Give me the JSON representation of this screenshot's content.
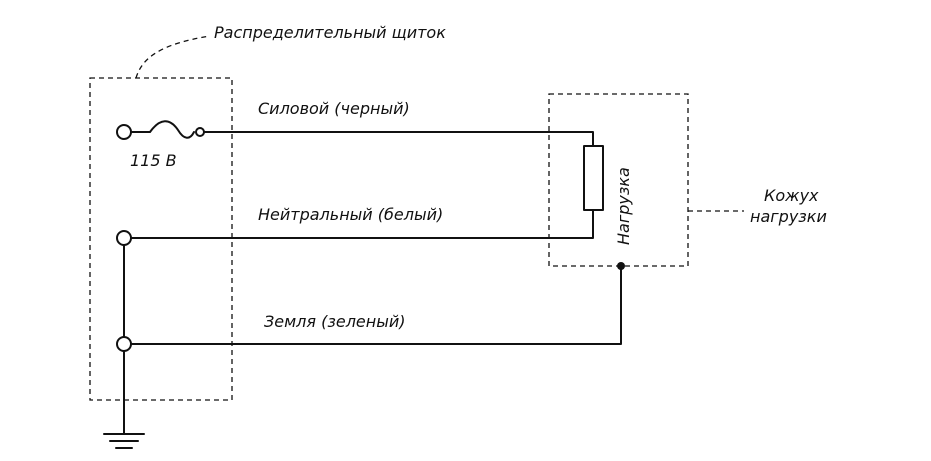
{
  "labels": {
    "panel": "Распределительный щиток",
    "voltage": "115 В",
    "live_wire": "Силовой (черный)",
    "neutral_wire": "Нейтральный (белый)",
    "ground_wire": "Земля (зеленый)",
    "load": "Нагрузка",
    "housing_line1": "Кожух",
    "housing_line2": "нагрузки"
  }
}
